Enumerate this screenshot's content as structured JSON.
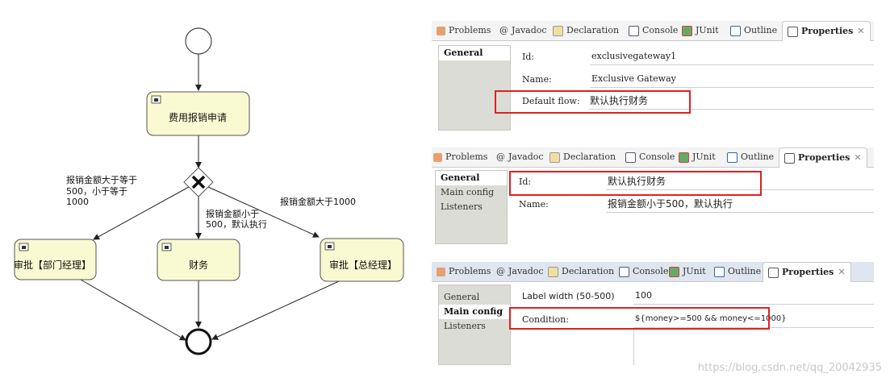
{
  "diagram": {
    "start_event": "",
    "task_apply": "费用报销申请",
    "gateway_label": "",
    "flow_left_label": [
      "报销金额大于等于",
      "500，小于等于",
      "1000"
    ],
    "flow_middle_label": [
      "报销金额小于",
      "500，默认执行"
    ],
    "flow_right_label": "报销金额大于1000",
    "task_dept": "审批【部门经理】",
    "task_finance": "财务",
    "task_gm": "审批【总经理】",
    "end_event": ""
  },
  "tabs": {
    "problems": "Problems",
    "javadoc": "Javadoc",
    "declaration": "Declaration",
    "console": "Console",
    "junit": "JUnit",
    "outline": "Outline",
    "properties": "Properties",
    "close": "✕"
  },
  "panel1": {
    "sidebar": [
      "General"
    ],
    "id_label": "Id:",
    "id_value": "exclusivegateway1",
    "name_label": "Name:",
    "name_value": "Exclusive Gateway",
    "default_flow_label": "Default flow:",
    "default_flow_value": "默认执行财务"
  },
  "panel2": {
    "sidebar": [
      "General",
      "Main config",
      "Listeners"
    ],
    "id_label": "Id:",
    "id_value": "默认执行财务",
    "name_label": "Name:",
    "name_value": "报销金额小于500，默认执行"
  },
  "panel3": {
    "sidebar": [
      "General",
      "Main config",
      "Listeners"
    ],
    "label_width_label": "Label width (50-500)",
    "label_width_value": "100",
    "condition_label": "Condition:",
    "condition_value": "${money>=500 && money<=1000}"
  },
  "watermark": "https://blog.csdn.net/qq_20042935",
  "colors": {
    "task_fill": "#fafad2",
    "highlight": "#e02020",
    "tab_bar": "#f4f4f4",
    "sidebar": "#dcdcd6"
  }
}
